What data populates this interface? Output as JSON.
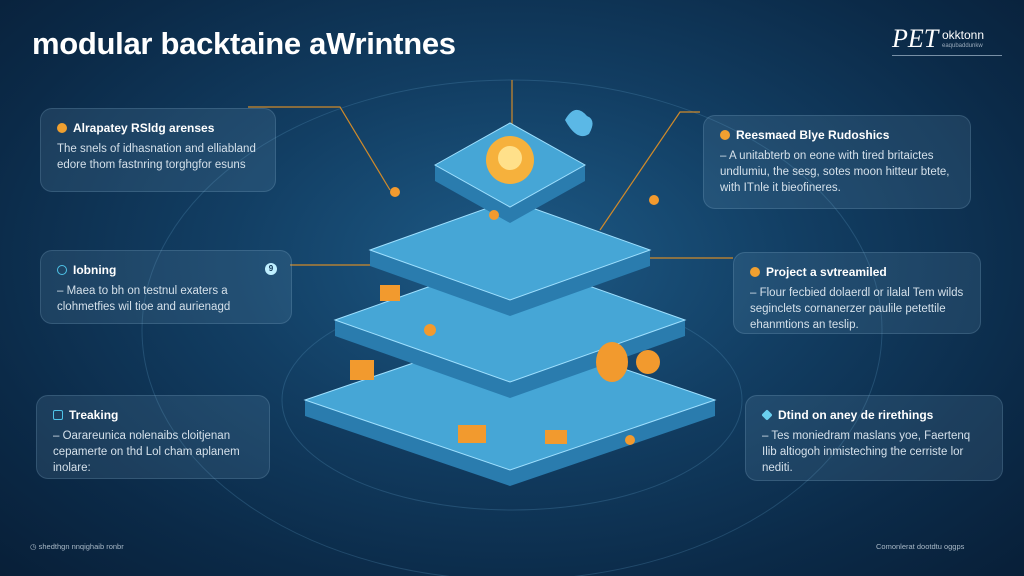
{
  "title": "modular backtaine aWrintnes",
  "logo": {
    "mark": "PET",
    "name": "okktonn",
    "sub": "eaqubaddunkw"
  },
  "cards": [
    {
      "title": "Alrapatey RSldg arenses",
      "body": "The snels of idhasnation and elliabland edore thom fastnring torghgfor esuns",
      "icon_color": "#f0a030"
    },
    {
      "title": "Iobning",
      "body": "– Maea to bh on testnul exaters a clohmetfies wil tioe and aurienagd",
      "icon_color": "#4fc3e8",
      "badge": "9"
    },
    {
      "title": "Treaking",
      "body": "– Oarareunica nolenaibs cloitjenan cepamerte on thd Lol cham aplanem inolare:",
      "icon_color": "#4fc3e8"
    },
    {
      "title": "Reesmaed Blye Rudoshics",
      "body": "– A unitabterb on eone with tired britaictes undlumiu, the sesg, sotes moon hitteur btete, with ITnle it bieofineres.",
      "icon_color": "#f0a030"
    },
    {
      "title": "Project a svtreamiled",
      "body": "– Flour fecbied dolaerdl or ilalal Tem wilds seginclets cornanerzer paulile petettile ehanmtions an teslip.",
      "icon_color": "#f0a030"
    },
    {
      "title": "Dtind on aney de rirethings",
      "body": "– Tes moniedram maslans yoe, Faertenq Ilib altiogoh inmisteching the cerriste lor nediti.",
      "icon_color": "#6ad0f0"
    }
  ],
  "footer": {
    "left": "shedthgn nnqighaib ronbr",
    "right": "Comonlerat dootdtu oggps"
  },
  "colors": {
    "accent": "#f29a2e",
    "layer": "#46a6d6"
  }
}
